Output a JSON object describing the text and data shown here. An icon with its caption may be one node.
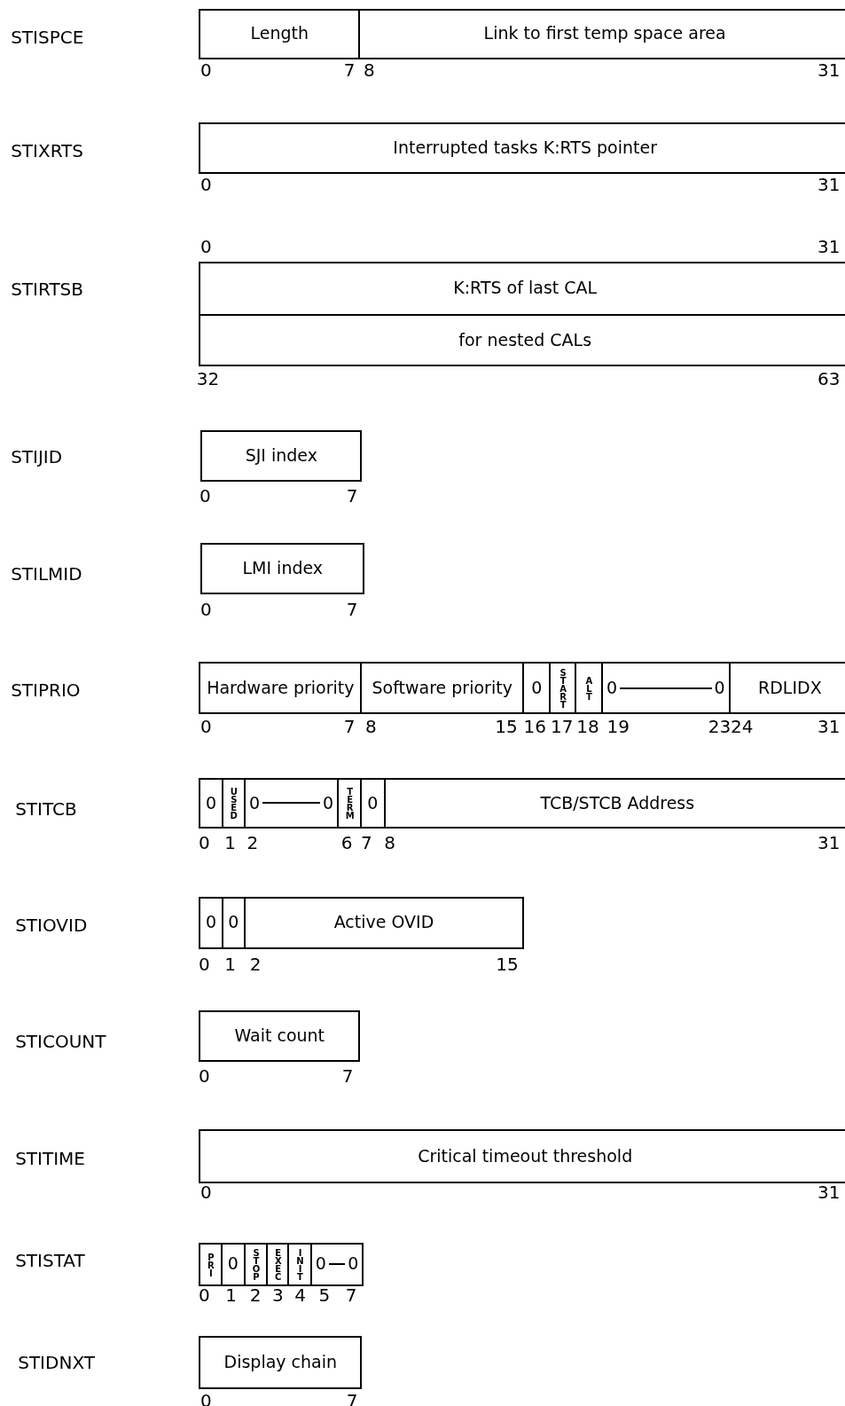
{
  "diagram": {
    "nodes": [
      {
        "text": [
          "Length"
        ]
      },
      {
        "text": [
          "Link to first temp space area"
        ]
      },
      {
        "text": [
          "Interrupted tasks K:RTS pointer"
        ]
      },
      {
        "text": [
          "K:RTS of last CAL"
        ]
      },
      {
        "text": [
          "for nested CALs"
        ]
      },
      {
        "text": [
          "SJI index"
        ]
      },
      {
        "text": [
          "LMI index"
        ]
      },
      {
        "text": [
          "Hardware priority"
        ]
      },
      {
        "text": [
          "Software priority"
        ]
      },
      {
        "text": [
          "0"
        ]
      },
      {
        "text": [
          "START"
        ]
      },
      {
        "text": [
          "ALT"
        ]
      },
      {
        "text": [
          "0",
          "0"
        ]
      },
      {
        "text": [
          "RDLIDX"
        ]
      },
      {
        "text": [
          "0"
        ]
      },
      {
        "text": [
          "USED"
        ]
      },
      {
        "text": [
          "0",
          "0"
        ]
      },
      {
        "text": [
          "TERM"
        ]
      },
      {
        "text": [
          "0"
        ]
      },
      {
        "text": [
          "TCB/STCB Address"
        ]
      },
      {
        "text": [
          "0"
        ]
      },
      {
        "text": [
          "0"
        ]
      },
      {
        "text": [
          "Active OVID"
        ]
      },
      {
        "text": [
          "Wait count"
        ]
      },
      {
        "text": [
          "Critical timeout threshold"
        ]
      },
      {
        "text": [
          "PRI"
        ]
      },
      {
        "text": [
          "0"
        ]
      },
      {
        "text": [
          "STOP"
        ]
      },
      {
        "text": [
          "EXEC"
        ]
      },
      {
        "text": [
          "INIT"
        ]
      },
      {
        "text": [
          "0",
          "0"
        ]
      },
      {
        "text": [
          "Display chain"
        ]
      }
    ],
    "edges": [],
    "labels": [
      "STISPCE",
      "0",
      "7",
      "8",
      "31",
      "STIXRTS",
      "0",
      "31",
      "0",
      "31",
      "STIRTSB",
      "32",
      "63",
      "STIJID",
      "0",
      "7",
      "STILMID",
      "0",
      "7",
      "STIPRIO",
      "0",
      "7",
      "8",
      "15",
      "16",
      "17",
      "18",
      "19",
      "23",
      "24",
      "31",
      "STITCB",
      "0",
      "1",
      "2",
      "6",
      "7",
      "8",
      "31",
      "STIOVID",
      "0",
      "1",
      "2",
      "15",
      "STICOUNT",
      "0",
      "7",
      "STITIME",
      "0",
      "31",
      "STISTAT",
      "0",
      "1",
      "2",
      "3",
      "4",
      "5",
      "7",
      "STIDNXT",
      "0",
      "7"
    ]
  }
}
